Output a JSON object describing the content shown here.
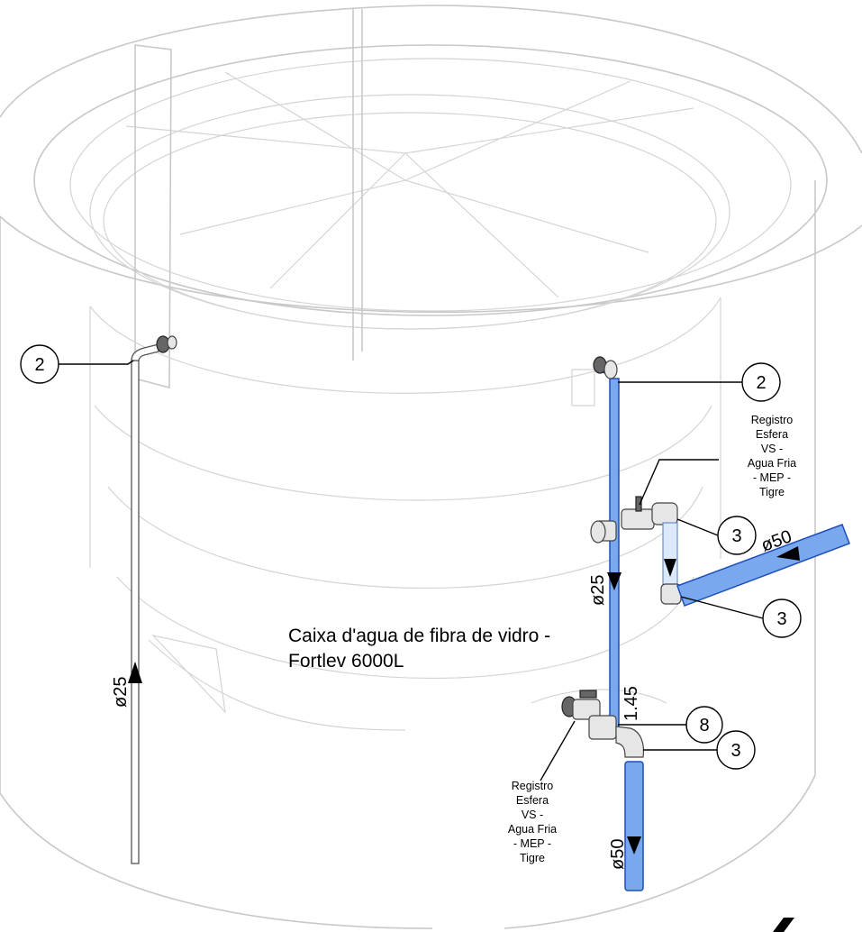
{
  "drawing": {
    "tank_note_line1": "Caixa d'agua de fibra de vidro -",
    "tank_note_line2": "Fortlev 6000L",
    "tags": {
      "left_elbow": "2",
      "right_elbow": "2",
      "upper_valve_elbow": "3",
      "lower_elbow_connection": "3",
      "outlet_tee": "8",
      "outlet_elbow": "3"
    },
    "dimensions": {
      "left_pipe": "ø25",
      "right_pipe": "ø25",
      "right_pipe_height": "1.45",
      "diagonal_pipe": "ø50",
      "outlet_pipe": "ø50"
    },
    "valve_labels": {
      "upper": [
        "Registro",
        "Esfera",
        "VS -",
        "Agua Fria",
        "- MEP -",
        "Tigre"
      ],
      "lower": [
        "Registro",
        "Esfera",
        "VS -",
        "Agua Fria",
        "- MEP -",
        "Tigre"
      ]
    },
    "colors": {
      "pipe_blue": "#7aa8ee",
      "pipe_outline": "#1d4fb8",
      "tank_lines": "#c8c8c8"
    }
  }
}
